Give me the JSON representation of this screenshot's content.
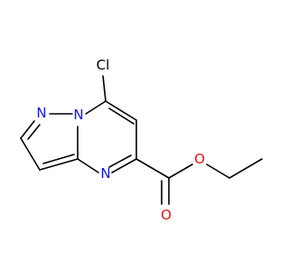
{
  "molecule": {
    "atoms": {
      "chlorine": {
        "symbol": "Cl",
        "color": "#000000"
      },
      "n_pyrazole": {
        "symbol": "N",
        "color": "#1010ee"
      },
      "n_bridge": {
        "symbol": "N",
        "color": "#1010ee"
      },
      "n_pyrimidine": {
        "symbol": "N",
        "color": "#1010ee"
      },
      "o_ether": {
        "symbol": "O",
        "color": "#ee1010"
      },
      "o_carbonyl": {
        "symbol": "O",
        "color": "#ee1010"
      }
    }
  }
}
